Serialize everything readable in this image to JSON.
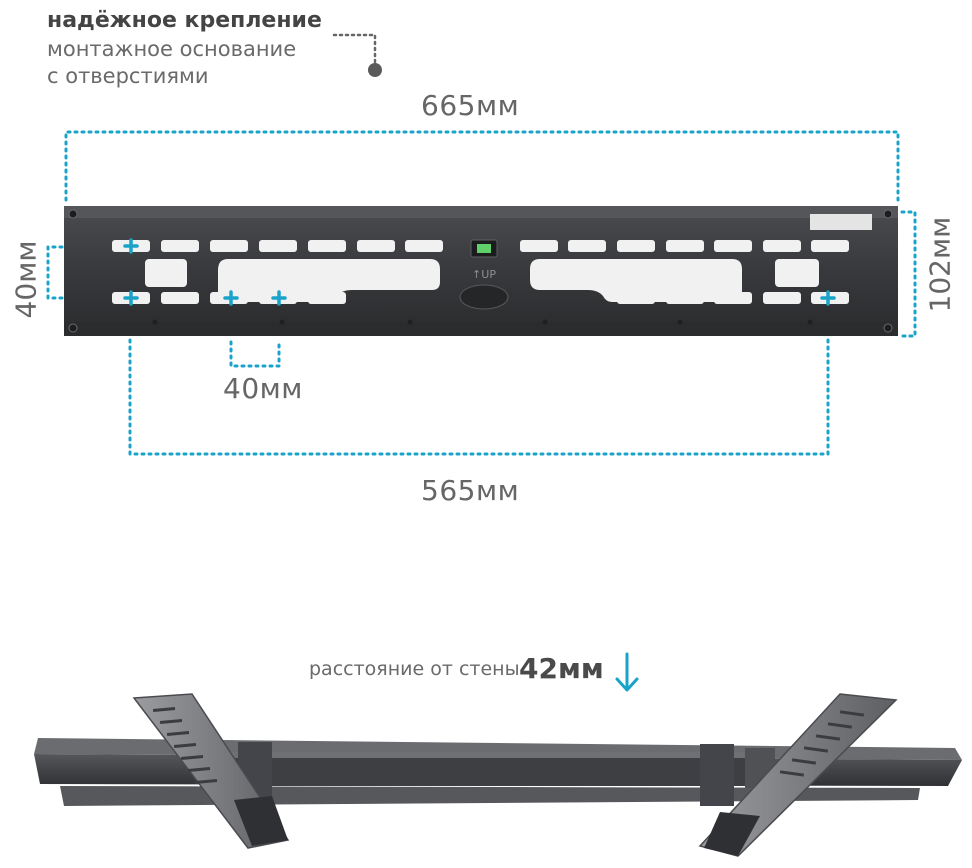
{
  "feature": {
    "title": "надёжное крепление",
    "line1": "монтажное основание",
    "line2": "с отверстиями"
  },
  "dimensions": {
    "width_top": "665мм",
    "height_right": "102мм",
    "side_left": "40мм",
    "hole_spacing": "40мм",
    "width_holes": "565мм"
  },
  "wall_distance": {
    "label": "расстояние от стены",
    "value": "42мм"
  },
  "colors": {
    "accent": "#1aa3c9",
    "plate": "#3a3b3e",
    "text": "#5b5b5b"
  },
  "icons": {
    "arrow": "down-arrow-icon",
    "bullet": "dot-icon",
    "hole_marker": "plus-icon"
  }
}
